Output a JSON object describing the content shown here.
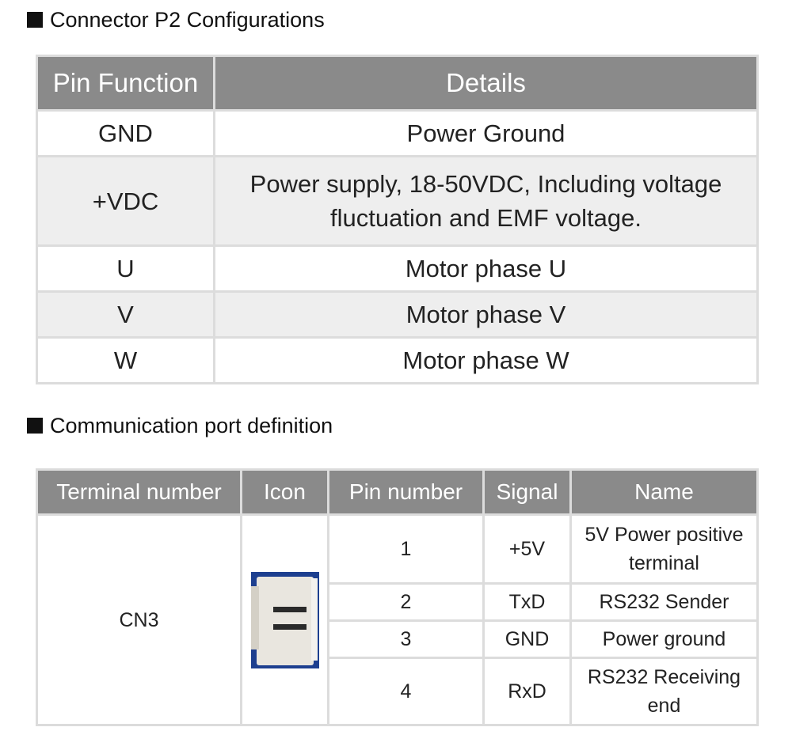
{
  "section1": {
    "heading": "Connector P2 Configurations",
    "headers": [
      "Pin Function",
      "Details"
    ],
    "rows": [
      {
        "pin": "GND",
        "details": "Power Ground"
      },
      {
        "pin": "+VDC",
        "details_line1": "Power supply, 18-50VDC, Including voltage",
        "details_line2": "fluctuation and EMF voltage."
      },
      {
        "pin": "U",
        "details": "Motor phase U"
      },
      {
        "pin": "V",
        "details": "Motor phase V"
      },
      {
        "pin": "W",
        "details": "Motor phase W"
      }
    ]
  },
  "section2": {
    "heading": "Communication port definition",
    "headers": [
      "Terminal number",
      "Icon",
      "Pin number",
      "Signal",
      "Name"
    ],
    "terminal": "CN3",
    "icon": "connector-photo",
    "rows": [
      {
        "pin": "1",
        "signal": "+5V",
        "name_line1": "5V Power positive",
        "name_line2": "terminal"
      },
      {
        "pin": "2",
        "signal": "TxD",
        "name_line1": "RS232 Sender"
      },
      {
        "pin": "3",
        "signal": "GND",
        "name_line1": "Power ground"
      },
      {
        "pin": "4",
        "signal": "RxD",
        "name_line1": "RS232 Receiving",
        "name_line2": "end"
      }
    ]
  },
  "colors": {
    "header_bg": "#8a8a8a",
    "stripe_bg": "#eeeeee",
    "border": "#dcdcdc"
  }
}
